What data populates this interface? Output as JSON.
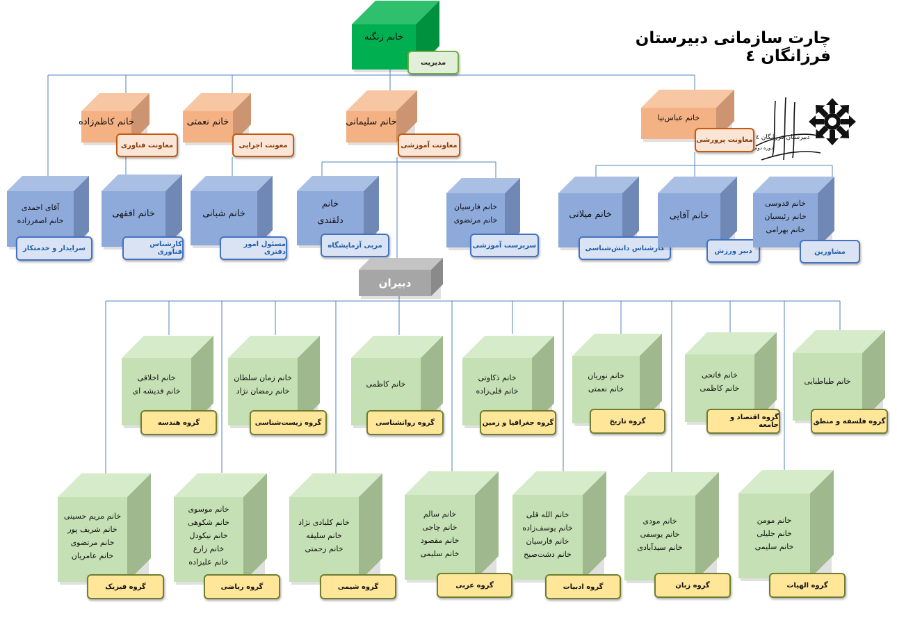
{
  "title": "چارت سازمانی دبیرستان فرزانگان ٤",
  "logo": {
    "text": "دبیرستان فرزانگان ٤",
    "subtext": "دوره دوم"
  },
  "colors": {
    "director": "#00b050",
    "deputy": "#f4b183",
    "staff": "#8eaadb",
    "teachers_header": "#a6a6a6",
    "group": "#c5e0b4",
    "group_label": "#ffe699",
    "connector": "#4f81bd"
  },
  "director": {
    "names": [
      "خانم زنگنه"
    ],
    "role": "مدیریت"
  },
  "deputies": [
    {
      "names": [
        "خانم کاظم‌زاده"
      ],
      "role": "معاونت فناوری"
    },
    {
      "names": [
        "خانم نعمتی"
      ],
      "role": "معونت اجرایی"
    },
    {
      "names": [
        "خانم سلیمانی"
      ],
      "role": "معاونت آموزشی"
    },
    {
      "names": [
        "خانم عباس‌نیا"
      ],
      "role": "معاونت پرورشی"
    }
  ],
  "staff": [
    {
      "names": [
        "آقای احمدی",
        "خانم اصغرزاده"
      ],
      "role": "سرایدار و خدمتکار"
    },
    {
      "names": [
        "خانم افقهی"
      ],
      "role": "کارشناس فناوری"
    },
    {
      "names": [
        "خانم شبانی"
      ],
      "role": "مسئول امور دفتری"
    },
    {
      "names": [
        "خانم",
        "دلقندی"
      ],
      "role": "مربی آزمایشگاه"
    },
    {
      "names": [
        "خانم فارسیان",
        "خانم مرتضوی"
      ],
      "role": "سرپرست آموزشی"
    },
    {
      "names": [
        "خانم میلانی"
      ],
      "role": "کارشناس دانش‌شناسی"
    },
    {
      "names": [
        "خانم آقایی"
      ],
      "role": "دبیر ورزش"
    },
    {
      "names": [
        "خانم قدوسی",
        "خانم رئیسیان",
        "خانم بهرامی"
      ],
      "role": "مشاورین"
    }
  ],
  "teachers_header": "دبیران",
  "groups": [
    {
      "names": [
        "خانم اخلاقی",
        "خانم فدیشه ای"
      ],
      "role": "گروه هندسه"
    },
    {
      "names": [
        "خانم زمان سلطان",
        "خانم رمضان نژاد"
      ],
      "role": "گروه زیست‌شناسی"
    },
    {
      "names": [
        "خانم کاظمی"
      ],
      "role": "گروه روانشناسی"
    },
    {
      "names": [
        "خانم ذکاوتی",
        "خانم قلی‌زاده"
      ],
      "role": "گروه جغرافیا و زمین"
    },
    {
      "names": [
        "خانم نوریان",
        "خانم نعمتی"
      ],
      "role": "گروه تاریخ"
    },
    {
      "names": [
        "خانم فاتحی",
        "خانم کاظمی"
      ],
      "role": "گروه اقتصاد و جامعه"
    },
    {
      "names": [
        "خانم طباطبایی"
      ],
      "role": "گروه فلسفه و منطق"
    },
    {
      "names": [
        "خانم مریم حسینی",
        "خانم شریف پور",
        "خانم مرتضوی",
        "خانم عامریان"
      ],
      "role": "گروه فیزیک"
    },
    {
      "names": [
        "خانم موسوی",
        "خانم شکوهی",
        "خانم نیکودل",
        "خانم زارع",
        "خانم علیزاده"
      ],
      "role": "گروه ریاضی"
    },
    {
      "names": [
        "خانم کلبادی نژاد",
        "خانم سلیقه",
        "خانم زحمتی"
      ],
      "role": "گروه شیمی"
    },
    {
      "names": [
        "خانم سالم",
        "خانم چاجی",
        "خانم مقصود",
        "خانم سلیمی"
      ],
      "role": "گروه عربی"
    },
    {
      "names": [
        "خانم الله قلی",
        "خانم یوسف‌زاده",
        "خانم فارسیان",
        "خانم دشت‌صبح"
      ],
      "role": "گروه ادبیات"
    },
    {
      "names": [
        "خانم مودی",
        "خانم یوسفی",
        "خانم سیدآبادی"
      ],
      "role": "گروه زبان"
    },
    {
      "names": [
        "خانم مومن",
        "خانم جلیلی",
        "خانم سلیمی"
      ],
      "role": "گروه الهیات"
    }
  ]
}
